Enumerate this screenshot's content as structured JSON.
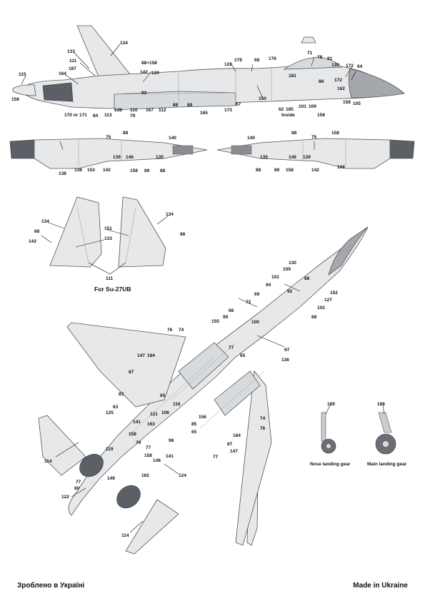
{
  "captions": {
    "su27ub": "For Su-27UB",
    "inside": "Inside",
    "nose_gear": "Nose landing gear",
    "main_gear": "Main landing gear"
  },
  "footer": {
    "left": "Зроблено в Україні",
    "right": "Made in Ukraine"
  },
  "colors": {
    "skin": "#e6e8ea",
    "radome": "#a4a8ad",
    "nozzle": "#5b5f66",
    "ink": "#111111"
  },
  "callouts": {
    "side_view": [
      "134",
      "133",
      "111",
      "187",
      "164",
      "115",
      "158",
      "88+158",
      "142",
      "120",
      "93",
      "176",
      "71",
      "81",
      "130",
      "172",
      "64",
      "78",
      "68",
      "179",
      "128",
      "181",
      "88",
      "172",
      "162",
      "105",
      "158",
      "150",
      "62",
      "185",
      "101",
      "109",
      "170 or 171",
      "84",
      "113",
      "138",
      "110",
      "79",
      "167",
      "112",
      "88",
      "89",
      "165",
      "173",
      "67",
      "158"
    ],
    "underside_left": [
      "75",
      "88",
      "140",
      "139",
      "146",
      "135",
      "138",
      "138",
      "153",
      "142",
      "158",
      "89",
      "88"
    ],
    "underside_right": [
      "140",
      "88",
      "75",
      "158",
      "135",
      "146",
      "139",
      "88",
      "89",
      "158",
      "142",
      "108"
    ],
    "fins": [
      "134",
      "88",
      "143",
      "151",
      "133",
      "134",
      "88",
      "111"
    ],
    "planform": [
      "130",
      "109",
      "101",
      "94",
      "88",
      "92",
      "152",
      "127",
      "102",
      "68",
      "69",
      "72",
      "68",
      "99",
      "155",
      "100",
      "97",
      "136",
      "76",
      "74",
      "77",
      "65",
      "147",
      "184",
      "87",
      "83",
      "63",
      "125",
      "65",
      "116",
      "121",
      "106",
      "141",
      "163",
      "156",
      "85",
      "158",
      "98",
      "65",
      "119",
      "79",
      "77",
      "141",
      "158",
      "148",
      "114",
      "149",
      "77",
      "80",
      "182",
      "124",
      "122",
      "114",
      "74",
      "76",
      "184",
      "87",
      "147",
      "77",
      "188",
      "189"
    ]
  }
}
